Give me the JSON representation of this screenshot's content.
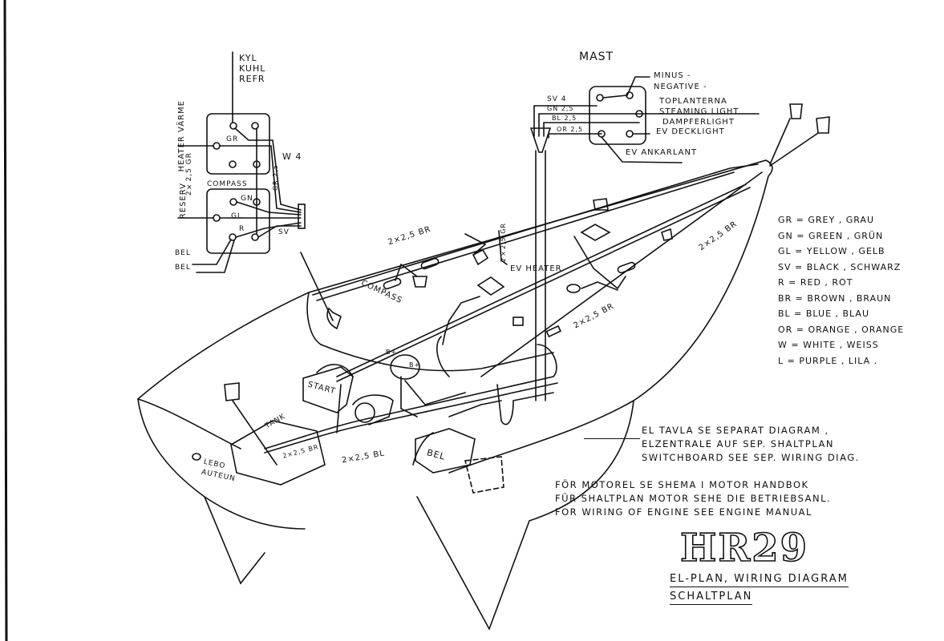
{
  "panel": {
    "kyl": [
      "KYL",
      "KUHL",
      "REFR"
    ],
    "heater": "HEATER VÄRME",
    "cable_gr": "2×2,5 GR",
    "reserv": "RESERV",
    "gr": "GR",
    "w4": "W 4",
    "gr25": "GR 2,5",
    "compass": "COMPASS",
    "gn": "GN",
    "gl": "GL",
    "r": "R",
    "sv": "SV",
    "bel1": "BEL",
    "bel2": "BEL"
  },
  "mast": {
    "title": "MAST",
    "minus": "MINUS -",
    "negative": "NEGATIVE -",
    "toplanterna": "TOPLANTERNA",
    "steaming": "STEAMING LIGHT",
    "dampfer": "DAMPFERLIGHT",
    "decklight": "EV DECKLIGHT",
    "ankarlant": "EV ANKARLANT",
    "sv4": "SV 4",
    "gn25": "GN 2,5",
    "bl25": "BL 2,5",
    "or25": "OR 2,5"
  },
  "legend": [
    "GR = GREY , GRAU",
    "GN = GREEN , GRÜN",
    "GL = YELLOW , GELB",
    "SV = BLACK , SCHWARZ",
    "R = RED , ROT",
    "BR = BROWN , BRAUN",
    "BL = BLUE , BLAU",
    "OR = ORANGE , ORANGE",
    "W = WHITE , WEISS",
    "L = PURPLE , LILA ."
  ],
  "hull": {
    "cable_br_1": "2×2,5 BR",
    "cable_br_2": "2×2,5 BR",
    "cable_br_3": "2×2,5 BR",
    "cable_gr_v": "2×2,5 GR",
    "ev_heater": "EV HEATER",
    "compass": "COMPASS",
    "start": "START",
    "tank": "TANK",
    "tank_cable": "2×2,5 BR",
    "bl_cable": "2×2,5 BL",
    "bel": "BEL",
    "bplus1": "B+",
    "bplus2": "B+",
    "lebo": [
      "LEBO",
      "AUTEUN"
    ]
  },
  "notes": [
    "EL TAVLA SE SEPARAT DIAGRAM ,",
    "ELZENTRALE AUF SEP. SHALTPLAN",
    "SWITCHBOARD SEE SEP. WIRING DIAG.",
    "FÖR MOTOREL SE SHEMA I MOTOR HANDBOK",
    "FÜR SHALTPLAN MOTOR SEHE DIE BETRIEBSANL.",
    "FOR WIRING OF ENGINE SEE ENGINE MANUAL"
  ],
  "title": {
    "model": "HR29",
    "line1": "EL-PLAN, WIRING DIAGRAM",
    "line2": "SCHALTPLAN"
  }
}
